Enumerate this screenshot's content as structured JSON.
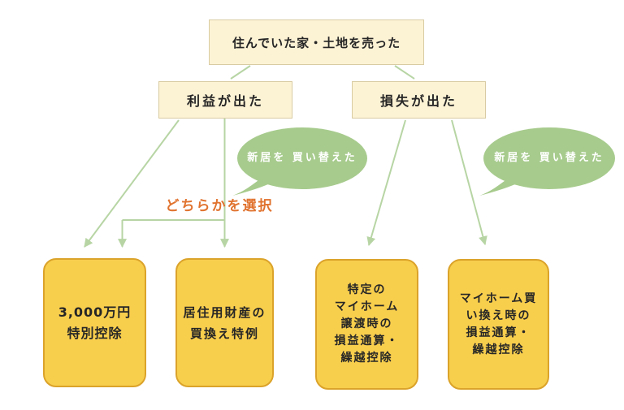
{
  "flowchart": {
    "nodes": {
      "root": "住んでいた家・土地を売った",
      "profit": "利益が出た",
      "loss": "損失が出た"
    },
    "bubbles": {
      "left": "新居を\n買い替えた",
      "right": "新居を\n買い替えた"
    },
    "choice_note": "どちらかを選択",
    "outcomes": {
      "0": "3,000万円\n特別控除",
      "1": "居住用財産の\n買換え特例",
      "2": "特定の\nマイホーム\n譲渡時の\n損益通算・\n繰越控除",
      "3": "マイホーム買\nい換え時の\n損益通算・\n繰越控除"
    },
    "colors": {
      "cream_fill": "#FCF2D4",
      "cream_border": "#D9CCA3",
      "yellow_fill": "#F8CE4D",
      "yellow_border": "#DBA32A",
      "arrow_green": "#B7D5A4",
      "bubble_green": "#A7CB8D",
      "choice_orange": "#E0732F",
      "text_dark": "#262626",
      "bubble_text": "#FFFFFF"
    }
  }
}
